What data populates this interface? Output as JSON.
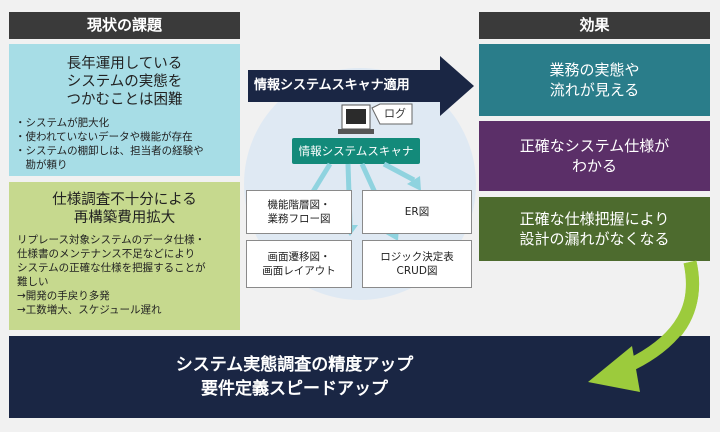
{
  "left": {
    "header": "現状の課題",
    "box1": {
      "title_lines": [
        "長年運用している",
        "システムの実態を",
        "つかむことは困難"
      ],
      "bullets": [
        "・システムが肥大化",
        "・使われていないデータや機能が存在",
        "・システムの棚卸しは、担当者の経験や",
        "　勘が頼り"
      ]
    },
    "box2": {
      "title_lines": [
        "仕様調査不十分による",
        "再構築費用拡大"
      ],
      "body_lines": [
        "リプレース対象システムのデータ仕様・",
        "仕様書のメンテナンス不足などにより",
        "システムの正確な仕様を把握することが",
        "難しい",
        "→開発の手戻り多発",
        "→工数増大、スケジュール遅れ"
      ]
    }
  },
  "center": {
    "arrow_label": "情報システムスキャナ適用",
    "log_label": "ログ",
    "scanner_label": "情報システムスキャナ",
    "cards": [
      [
        "機能階層図・",
        "業務フロー図"
      ],
      [
        "ER図"
      ],
      [
        "画面遷移図・",
        "画面レイアウト"
      ],
      [
        "ロジック決定表",
        "CRUD図"
      ]
    ]
  },
  "right": {
    "header": "効果",
    "effects": [
      [
        "業務の実態や",
        "流れが見える"
      ],
      [
        "正確なシステム仕様が",
        "わかる"
      ],
      [
        "正確な仕様把握により",
        "設計の漏れがなくなる"
      ]
    ]
  },
  "bottom": {
    "lines": [
      "システム実態調査の精度アップ",
      "要件定義スピードアップ"
    ]
  },
  "colors": {
    "header_bg": "#3a3a3a",
    "cyan_box": "#a7dde6",
    "green_box": "#c6d98e",
    "effect_teal": "#2a7d8a",
    "effect_purple": "#5b2f68",
    "effect_olive": "#4d6b2e",
    "navy": "#1a2644",
    "scanner_teal": "#138a7a",
    "light_arrow": "#8fd3df",
    "green_arrow": "#9ccb3c"
  }
}
